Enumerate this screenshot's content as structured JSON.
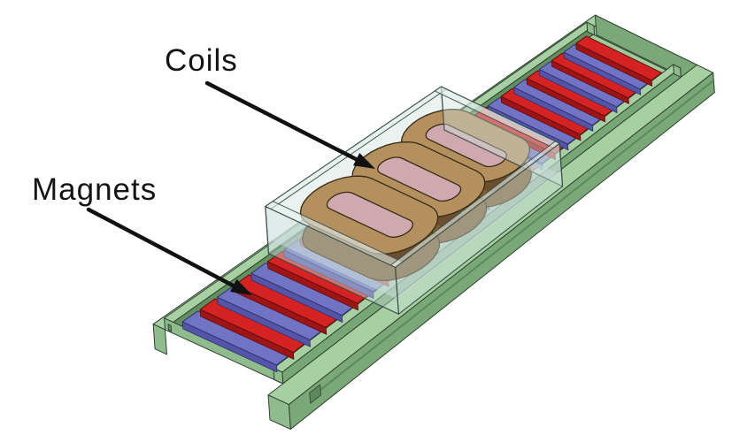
{
  "diagram": {
    "type": "3d-cad-linear-motor",
    "background": "#ffffff",
    "labels": {
      "coils": "Coils",
      "magnets": "Magnets"
    },
    "annotation_color": "#111111",
    "parts": {
      "coil_count": 3,
      "magnet_count": 28,
      "magnet_pattern": [
        "blue",
        "red"
      ],
      "housing": "translucent-box",
      "base": "green-stepped-rail"
    },
    "colors": {
      "green_top": "#a6d0a1",
      "green_bed": "#9ecb9a",
      "green_side": "#7aa878",
      "green_face": "#8fbc8c",
      "green_dark": "#5d8a5c",
      "rail_face": "#77a775",
      "rail_inner": "#628f60",
      "magnet_red": "#d42322",
      "magnet_red_side": "#9f1414",
      "magnet_red_edge": "#5f0d0d",
      "magnet_blue": "#7173c5",
      "magnet_blue_side": "#5355a8",
      "magnet_blue_edge": "#31316e",
      "coil_top": "#b5905f",
      "coil_side": "#7e5f38",
      "coil_inner": "#6b4f2e",
      "coil_slot": "#cfa9ad",
      "coil_edge": "#3a2d18",
      "glass": "rgba(208,226,221,0.42)",
      "glass_rim": "rgba(228,240,236,0.60)",
      "glass_edge": "rgba(55,75,70,0.9)",
      "tint": "rgba(197,214,220,0.52)",
      "outline": "#2f4030"
    }
  }
}
